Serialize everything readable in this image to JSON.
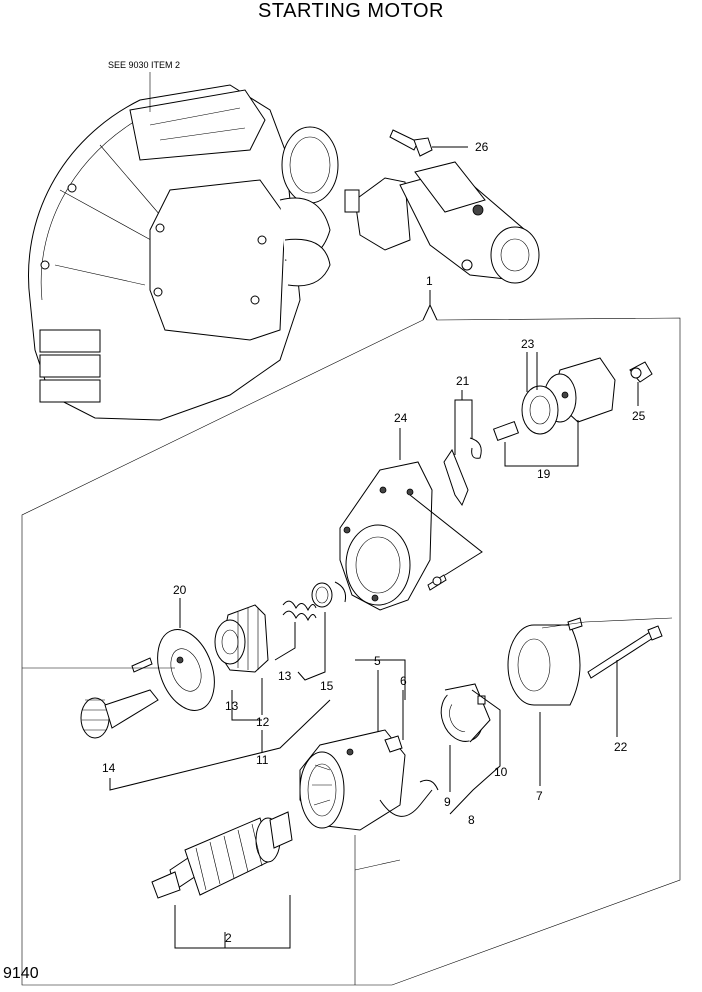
{
  "title": "STARTING MOTOR",
  "reference_note": "SEE 9030 ITEM 2",
  "page_number": "9140",
  "callouts": {
    "c1": "1",
    "c2": "2",
    "c5": "5",
    "c6": "6",
    "c7": "7",
    "c8": "8",
    "c9": "9",
    "c10": "10",
    "c11": "11",
    "c12": "12",
    "c13a": "13",
    "c13b": "13",
    "c14": "14",
    "c15": "15",
    "c19": "19",
    "c20": "20",
    "c21": "21",
    "c22": "22",
    "c23": "23",
    "c24": "24",
    "c25": "25",
    "c26": "26"
  }
}
